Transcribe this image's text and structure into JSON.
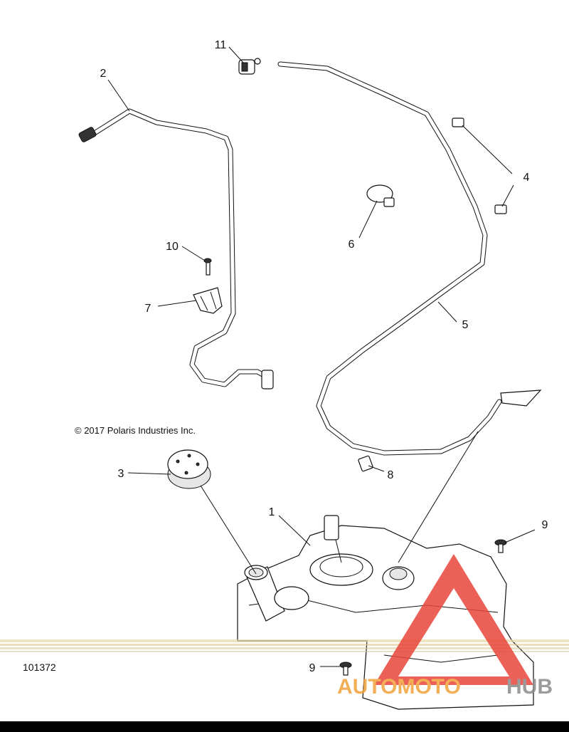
{
  "copyright": "© 2017 Polaris Industries Inc.",
  "part_number": "101372",
  "callouts": [
    {
      "id": "1",
      "label": "1"
    },
    {
      "id": "2",
      "label": "2"
    },
    {
      "id": "3",
      "label": "3"
    },
    {
      "id": "4",
      "label": "4"
    },
    {
      "id": "5",
      "label": "5"
    },
    {
      "id": "6",
      "label": "6"
    },
    {
      "id": "7",
      "label": "7"
    },
    {
      "id": "8",
      "label": "8"
    },
    {
      "id": "9a",
      "label": "9"
    },
    {
      "id": "9b",
      "label": "9"
    },
    {
      "id": "10",
      "label": "10"
    },
    {
      "id": "11",
      "label": "11"
    }
  ],
  "watermark": {
    "brand_part1": "AUTOMOTO",
    "brand_part2": "HUB",
    "color_red": "#e8463c",
    "color_orange": "#f2a23a",
    "color_gray": "#8a8a8a"
  }
}
